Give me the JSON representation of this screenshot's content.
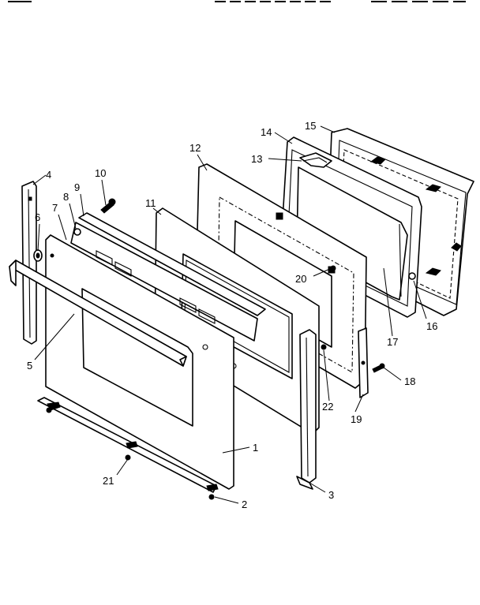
{
  "callouts": [
    {
      "label": "1"
    },
    {
      "label": "2"
    },
    {
      "label": "3"
    },
    {
      "label": "4"
    },
    {
      "label": "5"
    },
    {
      "label": "6"
    },
    {
      "label": "7"
    },
    {
      "label": "8"
    },
    {
      "label": "9"
    },
    {
      "label": "10"
    },
    {
      "label": "11"
    },
    {
      "label": "12"
    },
    {
      "label": "13"
    },
    {
      "label": "14"
    },
    {
      "label": "15"
    },
    {
      "label": "16"
    },
    {
      "label": "17"
    },
    {
      "label": "18"
    },
    {
      "label": "19"
    },
    {
      "label": "20"
    },
    {
      "label": "21"
    },
    {
      "label": "22"
    }
  ],
  "colors": {
    "line": "#000000",
    "background": "#ffffff"
  }
}
